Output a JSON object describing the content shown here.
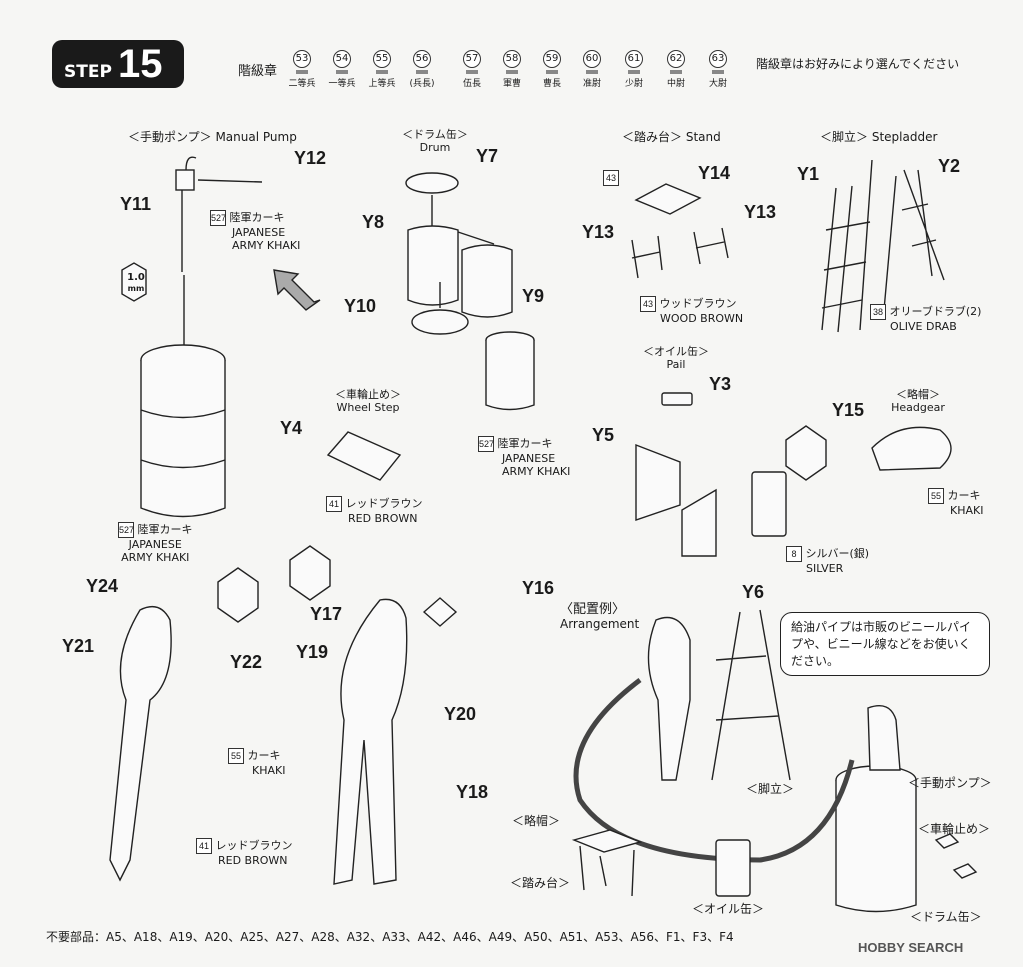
{
  "step": {
    "word": "STEP",
    "number": "15"
  },
  "rank": {
    "title": "階級章",
    "note": "階級章はお好みにより選んでください",
    "items": [
      {
        "no": "53",
        "name": "二等兵"
      },
      {
        "no": "54",
        "name": "一等兵"
      },
      {
        "no": "55",
        "name": "上等兵"
      },
      {
        "no": "56",
        "name": "(兵長)"
      },
      {
        "no": "57",
        "name": "伍長"
      },
      {
        "no": "58",
        "name": "軍曹"
      },
      {
        "no": "59",
        "name": "曹長"
      },
      {
        "no": "60",
        "name": "准尉"
      },
      {
        "no": "61",
        "name": "少尉"
      },
      {
        "no": "62",
        "name": "中尉"
      },
      {
        "no": "63",
        "name": "大尉"
      }
    ]
  },
  "sections": {
    "pump": "＜手動ポンプ＞ Manual Pump",
    "drum_jp": "＜ドラム缶＞",
    "drum_en": "Drum",
    "stand_jp": "＜踏み台＞",
    "stand_en": "Stand",
    "ladder_jp": "＜脚立＞",
    "ladder_en": "Stepladder",
    "pail_jp": "＜オイル缶＞",
    "pail_en": "Pail",
    "wheel_jp": "＜車輪止め＞",
    "wheel_en": "Wheel Step",
    "headgear_jp": "＜略帽＞",
    "headgear_en": "Headgear",
    "arr_jp": "〈配置例〉",
    "arr_en": "Arrangement"
  },
  "parts": [
    "Y1",
    "Y2",
    "Y3",
    "Y4",
    "Y5",
    "Y6",
    "Y7",
    "Y8",
    "Y9",
    "Y10",
    "Y11",
    "Y12",
    "Y13",
    "Y13",
    "Y14",
    "Y15",
    "Y16",
    "Y17",
    "Y18",
    "Y19",
    "Y20",
    "Y21",
    "Y22",
    "Y24"
  ],
  "colors": {
    "khaki527": {
      "no": "527",
      "jp": "陸軍カーキ",
      "en1": "JAPANESE",
      "en2": "ARMY KHAKI"
    },
    "wood": {
      "no": "43",
      "jp": "ウッドブラウン",
      "en": "WOOD BROWN"
    },
    "olive": {
      "no": "38",
      "jp": "オリーブドラブ(2)",
      "en": "OLIVE DRAB"
    },
    "red": {
      "no": "41",
      "jp": "レッドブラウン",
      "en": "RED BROWN"
    },
    "khaki55": {
      "no": "55",
      "jp": "カーキ",
      "en": "KHAKI"
    },
    "silver": {
      "no": "8",
      "jp": "シルバー(銀)",
      "en": "SILVER"
    }
  },
  "drill": "1.0",
  "drill_unit": "mm",
  "bubble": "給油パイプは市販のビニールパイプや、ビニール線などをお使いください。",
  "arr_labels": {
    "ladder": "＜脚立＞",
    "pump": "＜手動ポンプ＞",
    "wheel": "＜車輪止め＞",
    "drum": "＜ドラム缶＞",
    "cap": "＜略帽＞",
    "stand": "＜踏み台＞",
    "pail": "＜オイル缶＞"
  },
  "footer": "不要部品：A5、A18、A19、A20、A25、A27、A28、A32、A33、A42、A46、A49、A50、A51、A53、A56、F1、F3、F4",
  "watermark": "HOBBY SEARCH",
  "accent": "#1a1a1a"
}
